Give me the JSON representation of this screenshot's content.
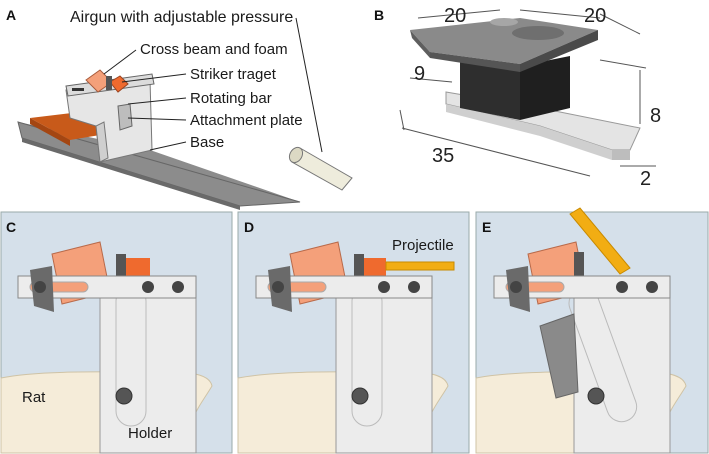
{
  "panels": {
    "a": {
      "letter": "A",
      "labels": {
        "airgun": "Airgun with adjustable pressure",
        "cross_beam": "Cross beam and foam",
        "striker": "Striker traget",
        "rotating_bar": "Rotating bar",
        "attachment_plate": "Attachment plate",
        "base": "Base"
      }
    },
    "b": {
      "letter": "B",
      "dimensions": {
        "top_left": "20",
        "top_right": "20",
        "left_height": "9",
        "right_height": "8",
        "length": "35",
        "tip": "2"
      }
    },
    "c": {
      "letter": "C",
      "rat": "Rat",
      "holder": "Holder"
    },
    "d": {
      "letter": "D",
      "projectile": "Projectile"
    },
    "e": {
      "letter": "E"
    }
  },
  "colors": {
    "panel_bg": "#d5e0ea",
    "rat": "#f5ecd9",
    "holder": "#ececec",
    "foam": "#f4a07a",
    "striker": "#ef6a2e",
    "projectile": "#f2ad13",
    "base_orange": "#c85a1a",
    "block_dark": "#2e2e2e",
    "block_grey": "#6f6f6f"
  }
}
